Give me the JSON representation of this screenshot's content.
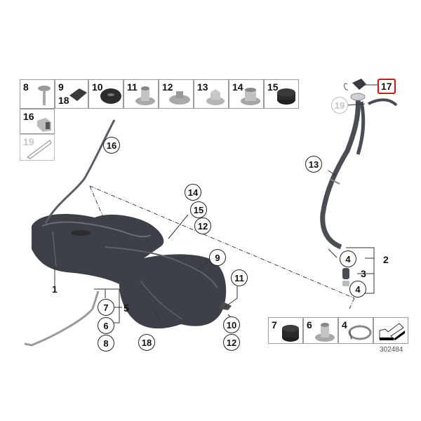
{
  "diagram": {
    "type": "exploded parts diagram",
    "subject": "fuel tank assembly with filler pipe",
    "reference_number": "302484"
  },
  "parts_legend_top": [
    {
      "label": "8",
      "icon": "bolt-icon"
    },
    {
      "label": "9",
      "label2": "18",
      "icon": "pad-icon"
    },
    {
      "label": "10",
      "icon": "grommet-oval-icon"
    },
    {
      "label": "11",
      "icon": "flanged-bushing-icon"
    },
    {
      "label": "12",
      "icon": "flange-nut-icon"
    },
    {
      "label": "13",
      "icon": "hex-flange-nut-icon"
    },
    {
      "label": "14",
      "icon": "spacer-nut-icon"
    },
    {
      "label": "15",
      "icon": "rubber-grommet-icon"
    },
    {
      "label": "16",
      "icon": "clip-icon"
    },
    {
      "label": "19",
      "icon": "strip-icon",
      "ghost": true
    }
  ],
  "parts_legend_bottom": [
    {
      "label": "7",
      "icon": "rubber-grommet-icon"
    },
    {
      "label": "6",
      "icon": "flanged-bushing-icon"
    },
    {
      "label": "4",
      "icon": "hose-clamp-icon"
    },
    {
      "label": "",
      "icon": "direction-arrow-icon"
    }
  ],
  "callouts": {
    "c16": "16",
    "c14": "14",
    "c15": "15",
    "c12a": "12",
    "c9": "9",
    "c11": "11",
    "c10": "10",
    "c12b": "12",
    "c7": "7",
    "c6": "6",
    "c8": "8",
    "c18": "18",
    "c13": "13",
    "c19": "19",
    "c4a": "4",
    "c4b": "4"
  },
  "labels": {
    "l1": "1",
    "l5": "5",
    "l2": "2",
    "l3": "3",
    "l17": "17"
  },
  "colors": {
    "highlight_box": "#dd1111",
    "tank": "#3b3d44",
    "outline": "#9a9a9a"
  }
}
